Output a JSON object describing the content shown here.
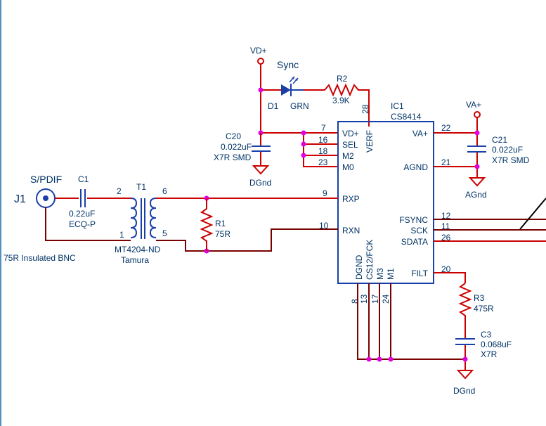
{
  "colors": {
    "wire": "#cc0000",
    "wire_dark": "#7a0000",
    "component": "#1a3fa8",
    "text": "#003366",
    "junction": "#e000e0",
    "border": "#4f8fc2"
  },
  "power": {
    "vd_plus": "VD+",
    "va_plus": "VA+",
    "dgnd": "DGnd",
    "agnd": "AGnd",
    "dgnd_bottom": "DGnd"
  },
  "components": {
    "d1": {
      "ref": "D1",
      "value": "GRN",
      "label": "Sync"
    },
    "r2": {
      "ref": "R2",
      "value": "3.9K"
    },
    "c20": {
      "ref": "C20",
      "value": "0.022uF",
      "type": "X7R SMD"
    },
    "c21": {
      "ref": "C21",
      "value": "0.022uF",
      "type": "X7R SMD"
    },
    "j1": {
      "ref": "J1",
      "label": "S/PDIF",
      "desc": "75R Insulated BNC"
    },
    "c1": {
      "ref": "C1",
      "value": "0.22uF",
      "type": "ECQ-P"
    },
    "t1": {
      "ref": "T1",
      "value": "MT4204-ND",
      "maker": "Tamura"
    },
    "r1": {
      "ref": "R1",
      "value": "75R"
    },
    "r3": {
      "ref": "R3",
      "value": "475R"
    },
    "c3": {
      "ref": "C3",
      "value": "0.068uF",
      "type": "X7R"
    }
  },
  "ic1": {
    "ref": "IC1",
    "part": "CS8414",
    "pins_left": [
      {
        "num": "7",
        "name": "VD+"
      },
      {
        "num": "16",
        "name": "SEL"
      },
      {
        "num": "18",
        "name": "M2"
      },
      {
        "num": "23",
        "name": "M0"
      },
      {
        "num": "9",
        "name": "RXP"
      },
      {
        "num": "10",
        "name": "RXN"
      }
    ],
    "pins_right": [
      {
        "num": "22",
        "name": "VA+"
      },
      {
        "num": "21",
        "name": "AGND"
      },
      {
        "num": "12",
        "name": "FSYNC"
      },
      {
        "num": "11",
        "name": "SCK"
      },
      {
        "num": "26",
        "name": "SDATA"
      },
      {
        "num": "20",
        "name": "FILT"
      }
    ],
    "pin_top": {
      "num": "28",
      "name": "VERF"
    },
    "pins_bottom": [
      {
        "num": "8",
        "name": "DGND"
      },
      {
        "num": "13",
        "name": "CS12/FCK"
      },
      {
        "num": "17",
        "name": "M3"
      },
      {
        "num": "24",
        "name": "M1"
      }
    ]
  },
  "transformer_pins": {
    "p2": "2",
    "p1": "1",
    "p6": "6",
    "p5": "5"
  }
}
